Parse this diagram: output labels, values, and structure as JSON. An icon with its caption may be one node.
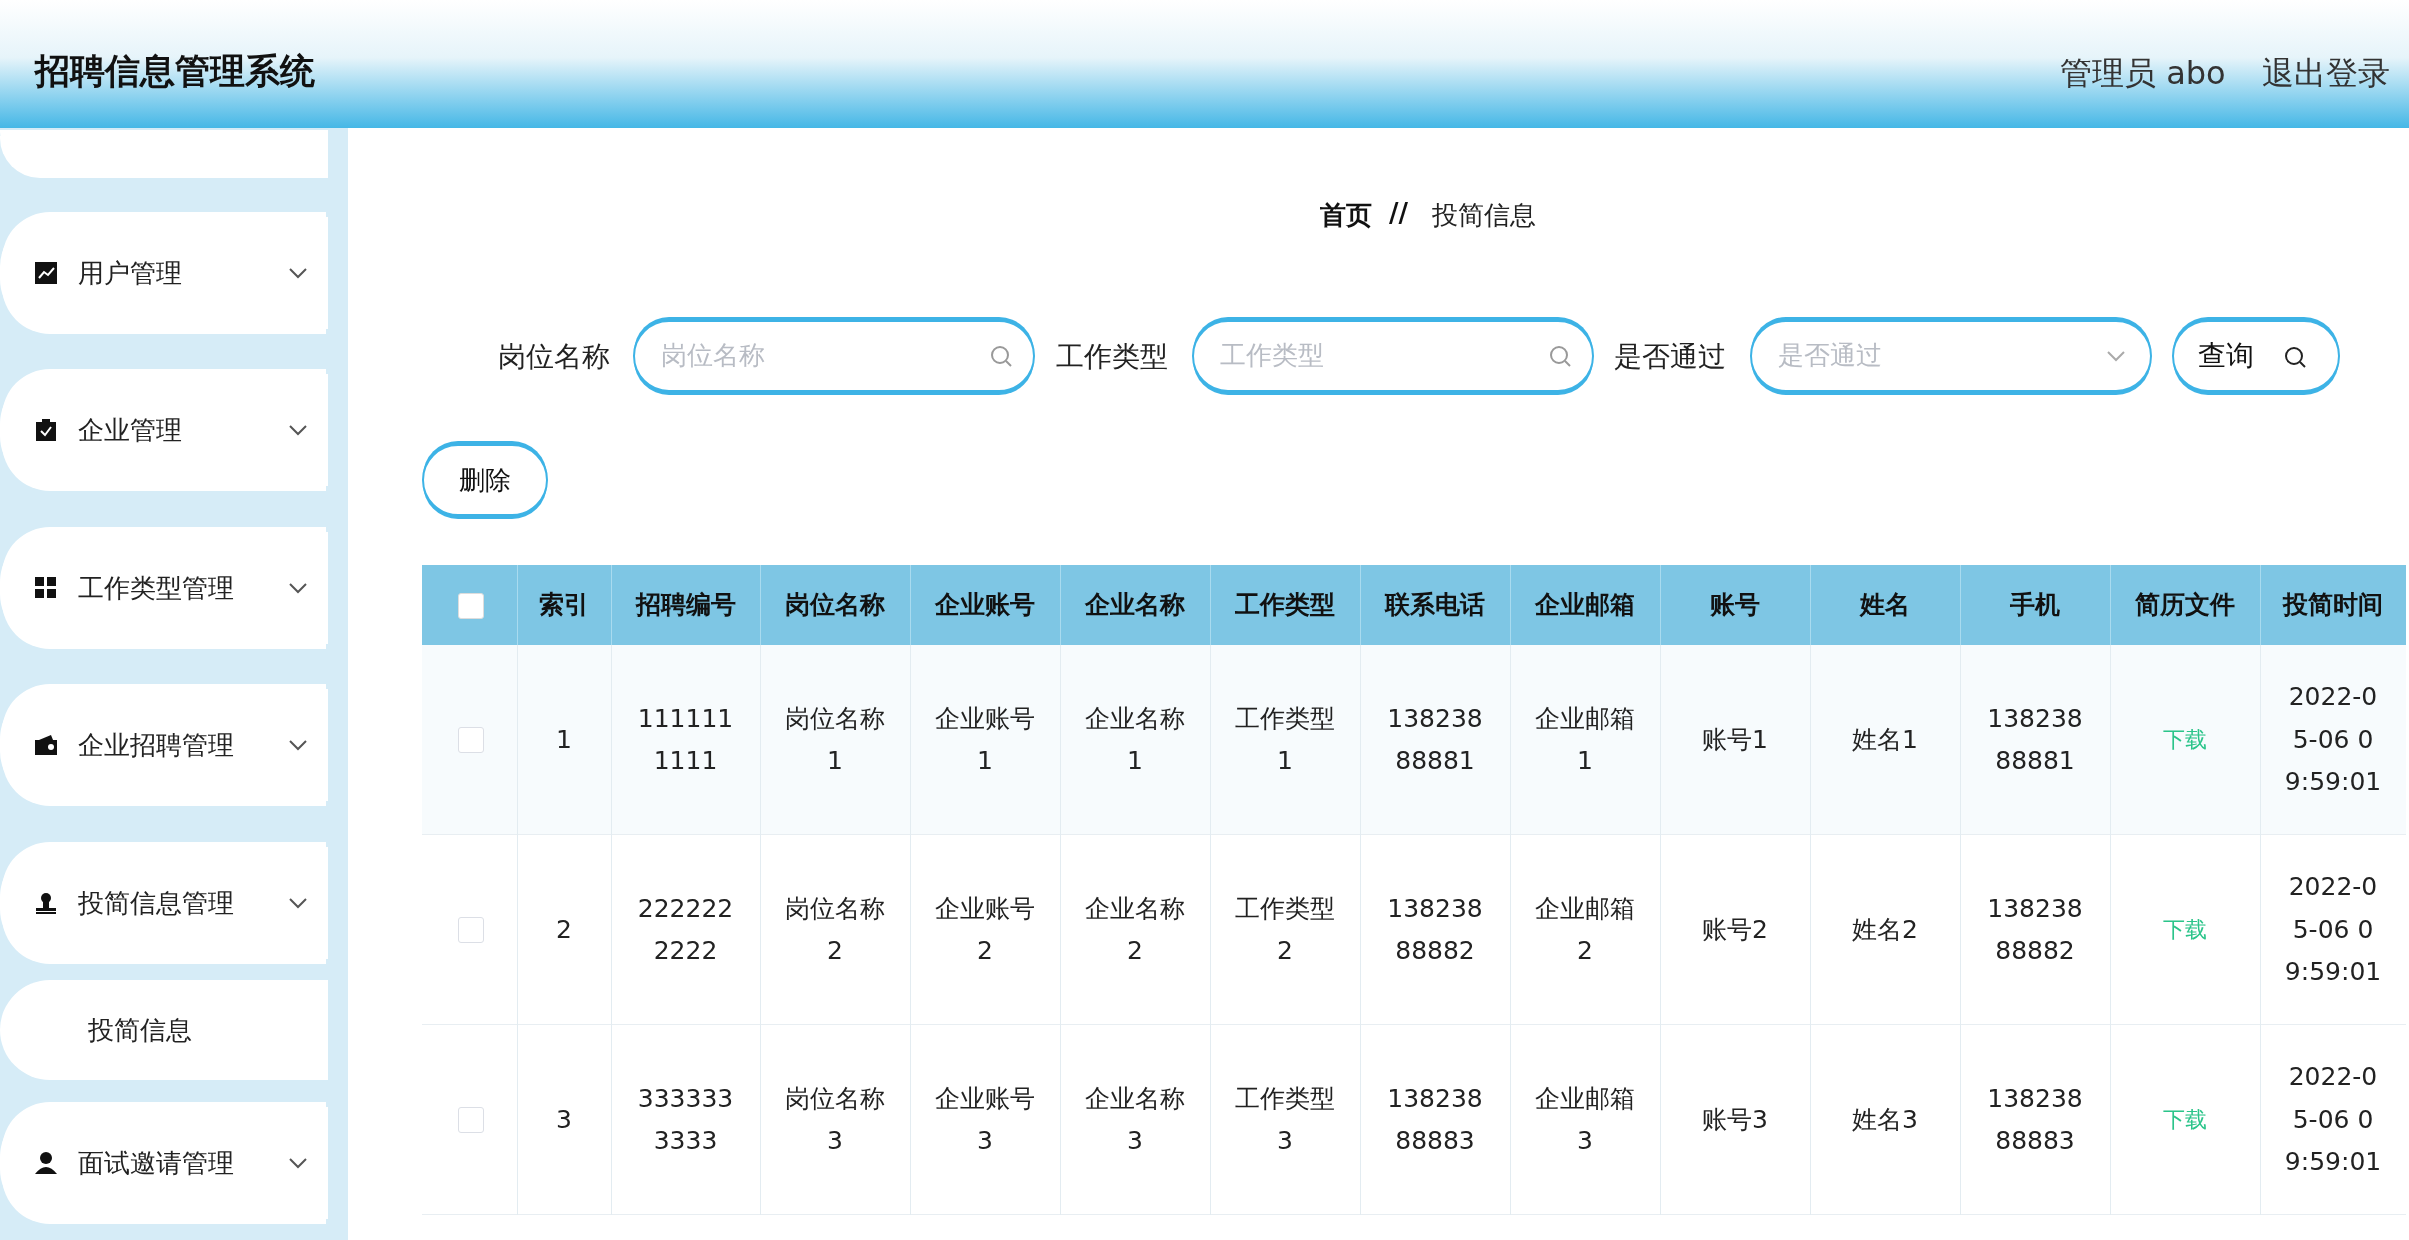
{
  "diagram": {
    "title": "招聘信息管理系统",
    "labels": [
      "管理员 abo",
      "退出登录",
      "用户管理",
      "企业管理",
      "工作类型管理",
      "企业招聘管理",
      "投简信息管理",
      "投简信息",
      "面试邀请管理",
      "首页",
      "//",
      "投简信息",
      "岗位名称",
      "岗位名称",
      "工作类型",
      "工作类型",
      "是否通过",
      "是否通过",
      "查询",
      "删除",
      "索引",
      "招聘编号",
      "岗位名称",
      "企业账号",
      "企业名称",
      "工作类型",
      "联系电话",
      "企业邮箱",
      "账号",
      "姓名",
      "手机",
      "简历文件",
      "投简时间",
      "1",
      "1111111111",
      "岗位名称1",
      "企业账号1",
      "企业名称1",
      "工作类型1",
      "13823888881",
      "企业邮箱1",
      "账号1",
      "姓名1",
      "13823888881",
      "下载",
      "2022-05-06 09:59:01",
      "2",
      "2222222222",
      "岗位名称2",
      "企业账号2",
      "企业名称2",
      "工作类型2",
      "13823888882",
      "企业邮箱2",
      "账号2",
      "姓名2",
      "13823888882",
      "下载",
      "2022-05-06 09:59:01",
      "3",
      "3333333333",
      "岗位名称3",
      "企业账号3",
      "企业名称3",
      "工作类型3",
      "13823888883",
      "企业邮箱3",
      "账号3",
      "姓名3",
      "13823888883",
      "下载",
      "2022-05-06 09:59:01"
    ]
  }
}
